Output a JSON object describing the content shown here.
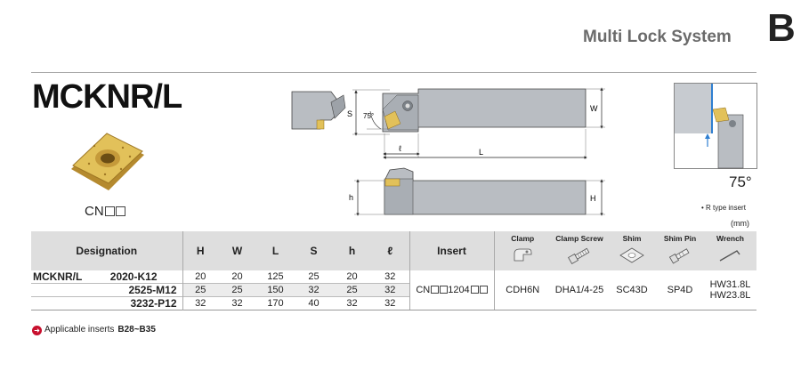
{
  "header": {
    "series_title": "Multi Lock System",
    "section_letter": "B"
  },
  "product": {
    "code": "MCKNR/L",
    "insert_caption": "CN"
  },
  "drawing": {
    "labels": {
      "S": "S",
      "angle": "75°",
      "l": "ℓ",
      "L": "L",
      "W": "W",
      "h": "h",
      "H": "H"
    }
  },
  "side_notes": {
    "angle": "75°",
    "insert_type": "• R type insert",
    "unit": "(mm)"
  },
  "colors": {
    "body_gray": "#b9bdc2",
    "insert_gold": "#e2c15a",
    "header_gray": "#dedede",
    "row_shade": "#ececec",
    "accent_red": "#c8102e",
    "workpiece_blue": "#2f7fd1"
  },
  "table": {
    "headers": {
      "designation": "Designation",
      "H": "H",
      "W": "W",
      "L": "L",
      "S": "S",
      "h": "h",
      "l": "ℓ",
      "insert": "Insert",
      "clamp": "Clamp",
      "clamp_screw": "Clamp Screw",
      "shim": "Shim",
      "shim_pin": "Shim Pin",
      "wrench": "Wrench"
    },
    "series": "MCKNR/L",
    "rows": [
      {
        "designation": "2020-K12",
        "H": "20",
        "W": "20",
        "L": "125",
        "S": "25",
        "h": "20",
        "l": "32"
      },
      {
        "designation": "2525-M12",
        "H": "25",
        "W": "25",
        "L": "150",
        "S": "32",
        "h": "25",
        "l": "32"
      },
      {
        "designation": "3232-P12",
        "H": "32",
        "W": "32",
        "L": "170",
        "S": "40",
        "h": "32",
        "l": "32"
      }
    ],
    "insert_prefix": "CN",
    "insert_mid": "1204",
    "clamp": "CDH6N",
    "clamp_screw": "DHA1/4-25",
    "shim": "SC43D",
    "shim_pin": "SP4D",
    "wrench": [
      "HW31.8L",
      "HW23.8L"
    ]
  },
  "footer": {
    "applicable_label": "Applicable inserts",
    "pages": "B28~B35"
  }
}
